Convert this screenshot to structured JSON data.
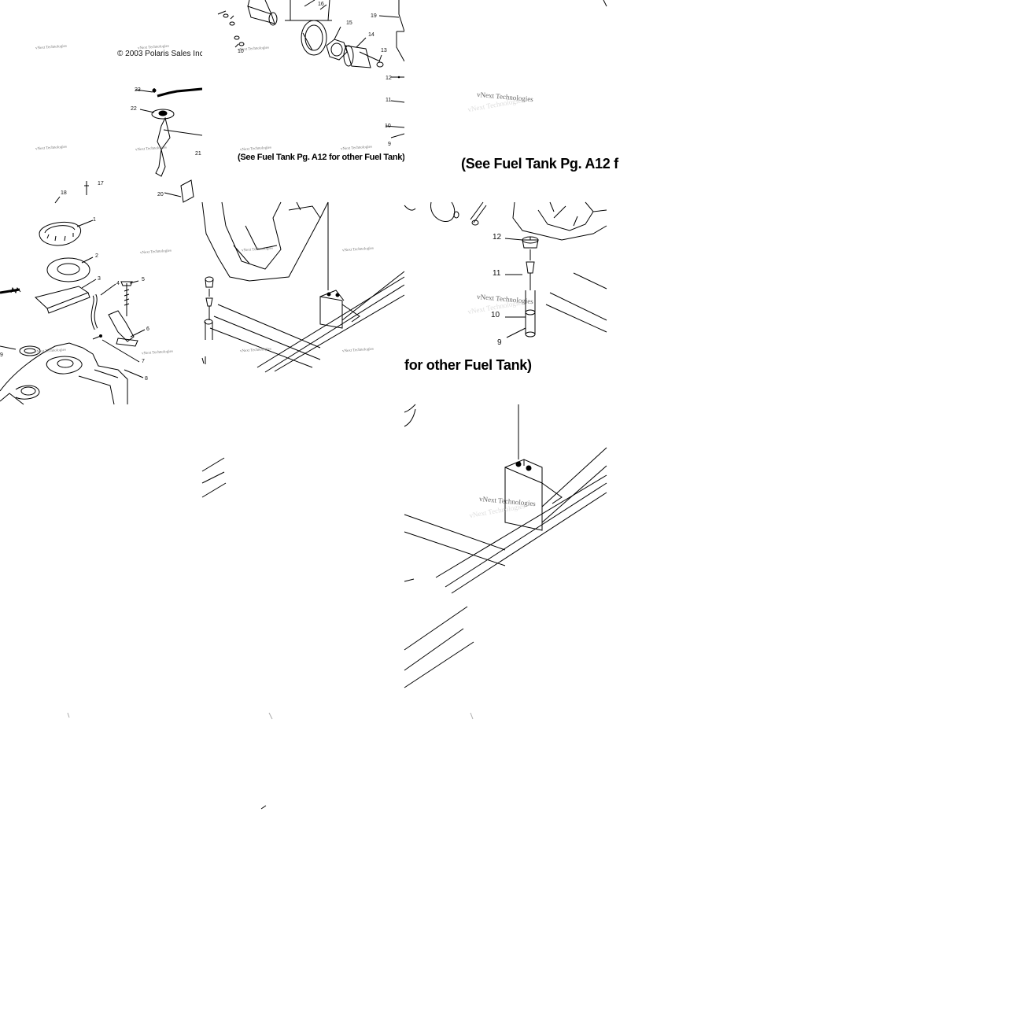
{
  "copyright": "© 2003 Polaris Sales Inc.",
  "watermark": "vNext Technologies",
  "caption_full": "(See Fuel Tank Pg. A12 for other Fuel Tank)",
  "caption_part1": "(See Fuel Tank Pg. A12 f",
  "caption_part2": "for other Fuel Tank)",
  "callouts": {
    "c1": "1",
    "c2": "2",
    "c3": "3",
    "c4": "4",
    "c5": "5",
    "c6": "6",
    "c7": "7",
    "c8": "8",
    "c9": "9",
    "c10": "10",
    "c11": "11",
    "c12": "12",
    "c13": "13",
    "c14": "14",
    "c15": "15",
    "c16": "16",
    "c17": "17",
    "c18": "18",
    "c19": "19",
    "c20": "20",
    "c21": "21",
    "c22": "22",
    "c23": "23"
  }
}
